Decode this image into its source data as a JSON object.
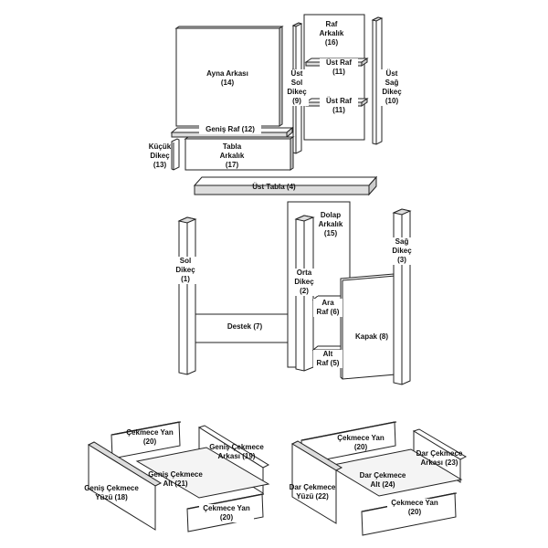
{
  "parts": {
    "ayna_arkasi": "Ayna Arkası\n(14)",
    "raf_arkalik": "Raf\nArkalık\n(16)",
    "ust_raf_11a": "Üst Raf\n(11)",
    "ust_raf_11b": "Üst Raf\n(11)",
    "ust_sol_dikec": "Üst\nSol\nDikeç\n(9)",
    "ust_sag_dikec": "Üst\nSağ\nDikeç\n(10)",
    "genis_raf": "Geniş Raf (12)",
    "kucuk_dikec": "Küçük\nDikeç\n(13)",
    "tabla_arkalik": "Tabla\nArkalık\n(17)",
    "ust_tabla": "Üst Tabla (4)",
    "sol_dikec": "Sol\nDikeç\n(1)",
    "destek": "Destek (7)",
    "dolap_arkalik": "Dolap\nArkalık\n(15)",
    "orta_dikec": "Orta\nDikeç\n(2)",
    "ara_raf": "Ara\nRaf (6)",
    "alt_raf": "Alt\nRaf (5)",
    "kapak": "Kapak (8)",
    "sag_dikec": "Sağ\nDikeç\n(3)",
    "cekmece_yan_a": "Çekmece Yan\n(20)",
    "genis_cekmece_arkasi": "Geniş Çekmece\nArkası (19)",
    "genis_cekmece_yuzu": "Geniş Çekmece\nYüzü (18)",
    "genis_cekmece_alt": "Geniş Çekmece\nAlt (21)",
    "cekmece_yan_b": "Çekmece Yan\n(20)",
    "cekmece_yan_c": "Çekmece Yan\n(20)",
    "dar_cekmece_arkasi": "Dar Çekmece\nArkası (23)",
    "dar_cekmece_yuzu": "Dar Çekmece\nYüzü (22)",
    "dar_cekmece_alt": "Dar Çekmece\nAlt (24)",
    "cekmece_yan_d": "Çekmece Yan\n(20)"
  }
}
